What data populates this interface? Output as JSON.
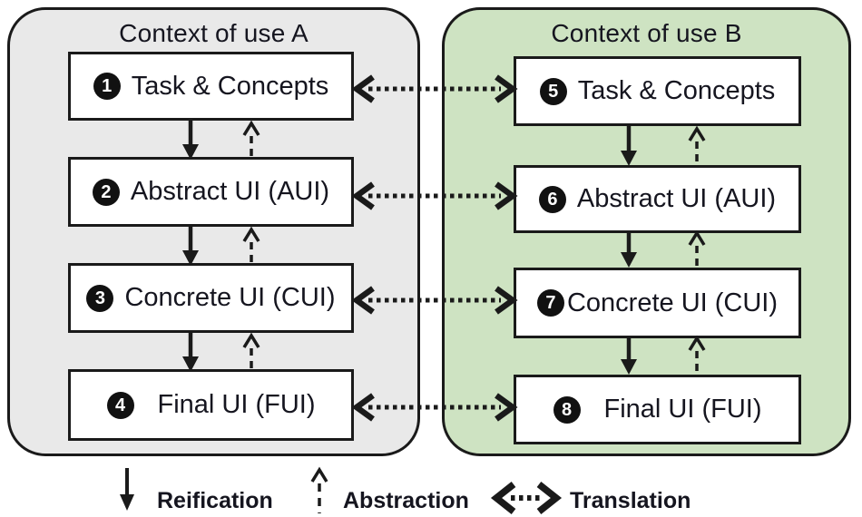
{
  "panels": [
    {
      "title": "Context of use A",
      "bg": "#e9e9e9",
      "boxes": [
        {
          "num": "1",
          "label": "Task & Concepts"
        },
        {
          "num": "2",
          "label": "Abstract UI (AUI)"
        },
        {
          "num": "3",
          "label": "Concrete UI (CUI)"
        },
        {
          "num": "4",
          "label": "Final UI (FUI)"
        }
      ]
    },
    {
      "title": "Context of use B",
      "bg": "#cee3c2",
      "boxes": [
        {
          "num": "5",
          "label": "Task & Concepts"
        },
        {
          "num": "6",
          "label": "Abstract UI (AUI)"
        },
        {
          "num": "7",
          "label": "Concrete UI (CUI)"
        },
        {
          "num": "8",
          "label": "Final UI (FUI)"
        }
      ]
    }
  ],
  "legend": [
    {
      "icon": "reification-arrow-icon",
      "label": "Reification"
    },
    {
      "icon": "abstraction-arrow-icon",
      "label": "Abstraction"
    },
    {
      "icon": "translation-arrow-icon",
      "label": "Translation"
    }
  ],
  "colors": {
    "panel_a_bg": "#e9e9e9",
    "panel_b_bg": "#cee3c2",
    "box_bg": "#ffffff",
    "line": "#1a1a1a",
    "text": "#15151f"
  }
}
